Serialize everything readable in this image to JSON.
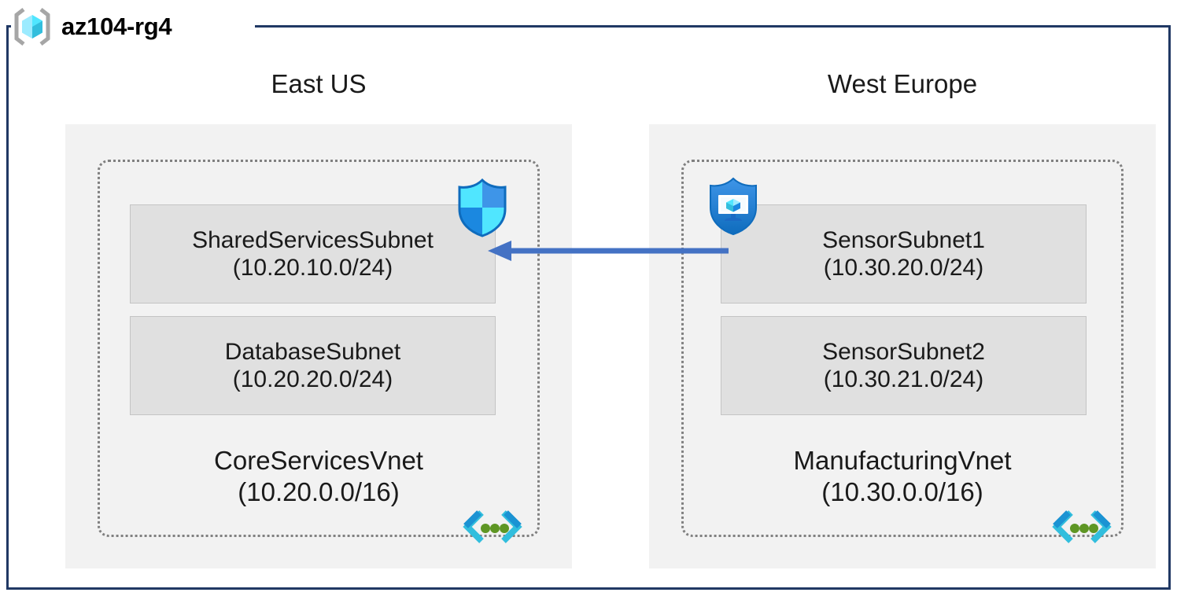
{
  "resource_group": {
    "name": "az104-rg4",
    "icon": "resource-group-cube-icon",
    "frame_color": "#203864"
  },
  "regions": [
    {
      "id": "east",
      "label": "East US",
      "background": "#F2F2F2"
    },
    {
      "id": "west",
      "label": "West Europe",
      "background": "#F2F2F2"
    }
  ],
  "vnets": [
    {
      "id": "core",
      "region": "East US",
      "name": "CoreServicesVnet",
      "cidr": "(10.20.0.0/16)",
      "icon": "virtual-network-icon",
      "subnets": [
        {
          "name": "SharedServicesSubnet",
          "cidr": "(10.20.10.0/24)",
          "attached_icon": "network-security-group-shield-icon"
        },
        {
          "name": "DatabaseSubnet",
          "cidr": "(10.20.20.0/24)",
          "attached_icon": null
        }
      ]
    },
    {
      "id": "manufacturing",
      "region": "West Europe",
      "name": "ManufacturingVnet",
      "cidr": "(10.30.0.0/16)",
      "icon": "virtual-network-icon",
      "subnets": [
        {
          "name": "SensorSubnet1",
          "cidr": "(10.30.20.0/24)",
          "attached_icon": "application-security-group-shield-icon"
        },
        {
          "name": "SensorSubnet2",
          "cidr": "(10.30.21.0/24)",
          "attached_icon": null
        }
      ]
    }
  ],
  "connection": {
    "name": "vnet-peering-arrow",
    "direction": "right-to-left",
    "from": "SensorSubnet1",
    "to": "SharedServicesSubnet",
    "color": "#4472C4",
    "label": ""
  },
  "colors": {
    "frame": "#203864",
    "region_bg": "#F2F2F2",
    "vnet_border": "#808080",
    "subnet_bg": "#E0E0E0",
    "subnet_border": "#C4C4C4",
    "arrow": "#4472C4",
    "azure_blue": "#0078D4",
    "azure_cyan": "#50E6FF",
    "vnet_green": "#5E9624"
  }
}
